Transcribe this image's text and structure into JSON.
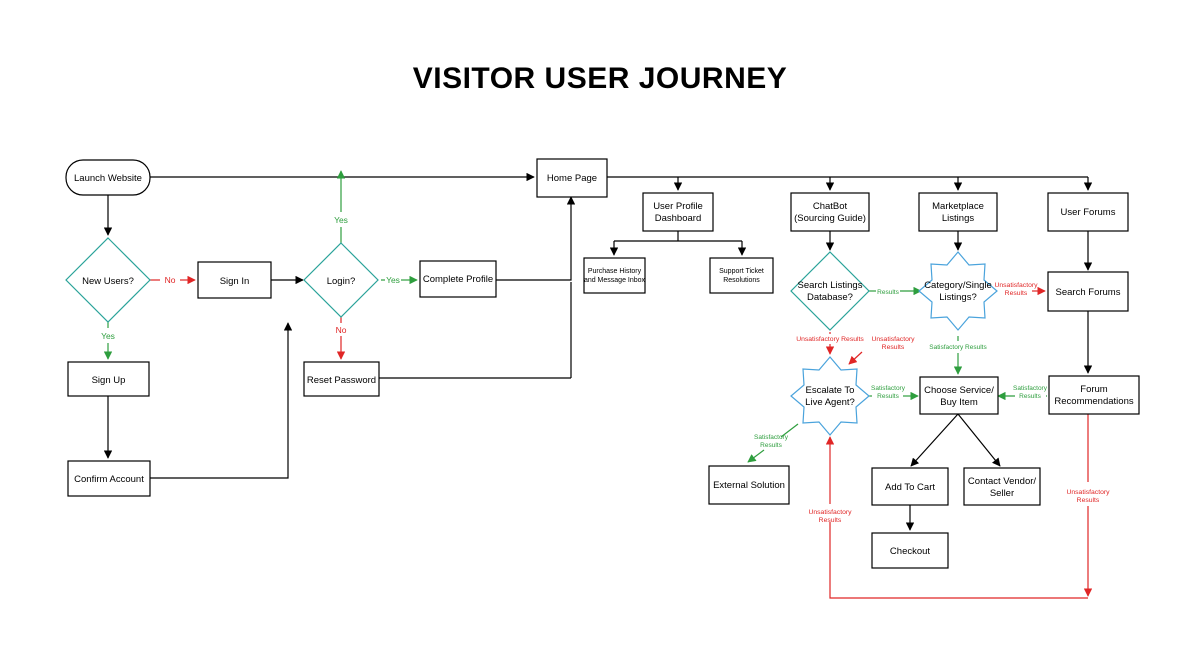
{
  "title": "VISITOR USER JOURNEY",
  "nodes": {
    "launch": "Launch Website",
    "new_users": "New Users?",
    "sign_in": "Sign In",
    "sign_up": "Sign Up",
    "confirm": "Confirm Account",
    "login": "Login?",
    "reset": "Reset Password",
    "complete": "Complete Profile",
    "home": "Home Page",
    "dashboard_1": "User Profile",
    "dashboard_2": "Dashboard",
    "purchase_1": "Purchase History",
    "purchase_2": "and Message Inbox",
    "support_1": "Support Ticket",
    "support_2": "Resolutions",
    "chatbot_1": "ChatBot",
    "chatbot_2": "(Sourcing Guide)",
    "market_1": "Marketplace",
    "market_2": "Listings",
    "forums": "User Forums",
    "search_db_1": "Search Listings",
    "search_db_2": "Database?",
    "category_1": "Category/Single",
    "category_2": "Listings?",
    "search_forums": "Search Forums",
    "escalate_1": "Escalate To",
    "escalate_2": "Live Agent?",
    "choose_1": "Choose Service/",
    "choose_2": "Buy Item",
    "forum_rec_1": "Forum",
    "forum_rec_2": "Recommendations",
    "external": "External Solution",
    "cart": "Add To Cart",
    "contact_1": "Contact Vendor/",
    "contact_2": "Seller",
    "checkout": "Checkout"
  },
  "labels": {
    "no": "No",
    "yes": "Yes",
    "results": "Results",
    "satisfactory": "Satisfactory",
    "satisfactory_results": "Satisfactory Results",
    "unsatisfactory": "Unsatisfactory",
    "unsatisfactory_results": "Unsatisfactory Results",
    "results_word": "Results"
  },
  "colors": {
    "decision_stroke": "#2aa39a",
    "star_stroke": "#4aa3dc",
    "positive": "#2e9e3e",
    "negative": "#e02626"
  }
}
